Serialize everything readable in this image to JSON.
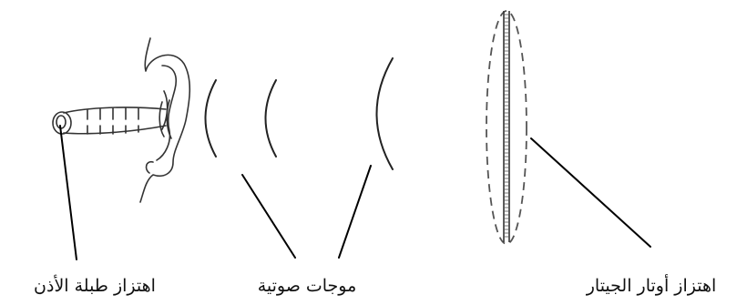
{
  "labels": {
    "eardrum": "اهتزاز طبلة الأذن",
    "waves": "موجات صوتية",
    "strings": "اهتزاز أوتار الجيتار"
  }
}
